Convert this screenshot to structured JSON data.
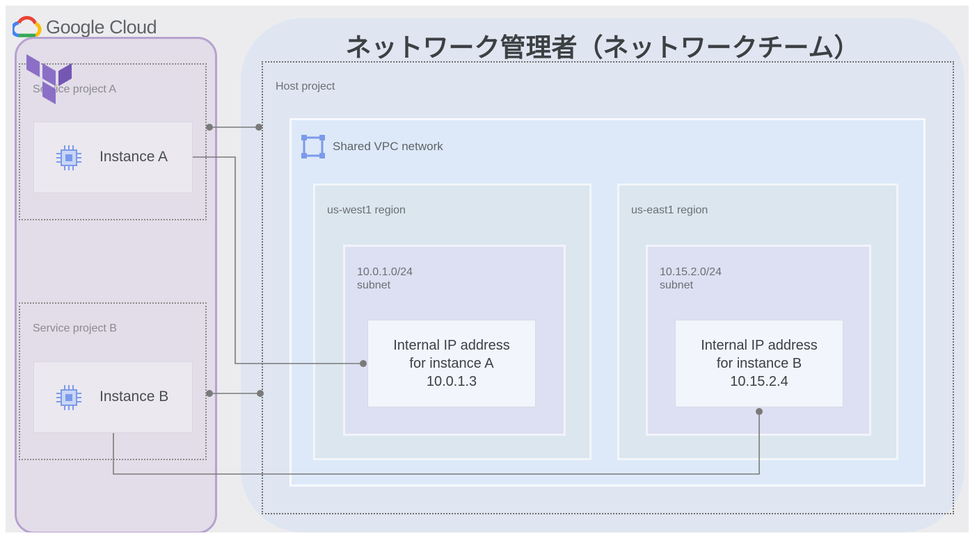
{
  "logo": {
    "text": "Google Cloud",
    "name": "google-cloud-logo"
  },
  "team_title": "ネットワーク管理者（ネットワークチーム）",
  "host_project": {
    "label": "Host project"
  },
  "vpc": {
    "label": "Shared VPC network",
    "icon": "vpc-network-icon"
  },
  "regions": {
    "west": {
      "label": "us-west1 region",
      "subnet_cidr": "10.0.1.0/24",
      "subnet_word": "subnet"
    },
    "east": {
      "label": "us-east1 region",
      "subnet_cidr": "10.15.2.0/24",
      "subnet_word": "subnet"
    }
  },
  "ip_boxes": {
    "a": {
      "line1": "Internal IP address",
      "line2": "for instance A",
      "line3": "10.0.1.3"
    },
    "b": {
      "line1": "Internal IP address",
      "line2": "for instance B",
      "line3": "10.15.2.4"
    }
  },
  "service_projects": {
    "a": {
      "label": "Service project A",
      "instance": "Instance A"
    },
    "b": {
      "label": "Service project B",
      "instance": "Instance B"
    }
  },
  "icons": {
    "chip": "compute-chip-icon",
    "terraform": "terraform-logo"
  },
  "colors": {
    "terraform_purple": "#b7a2cf",
    "wire": "#7a7a7a",
    "chip_blue": "#7b9bea"
  }
}
